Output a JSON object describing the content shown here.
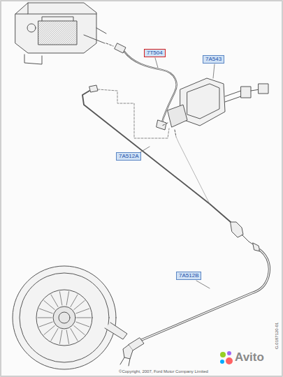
{
  "diagram": {
    "labels": [
      "7T504",
      "7A543",
      "7A512A",
      "7A512B",
      "©Copyright, 2007, Ford Motor Company Limited",
      "G.0187120-01",
      "Avito"
    ]
  }
}
